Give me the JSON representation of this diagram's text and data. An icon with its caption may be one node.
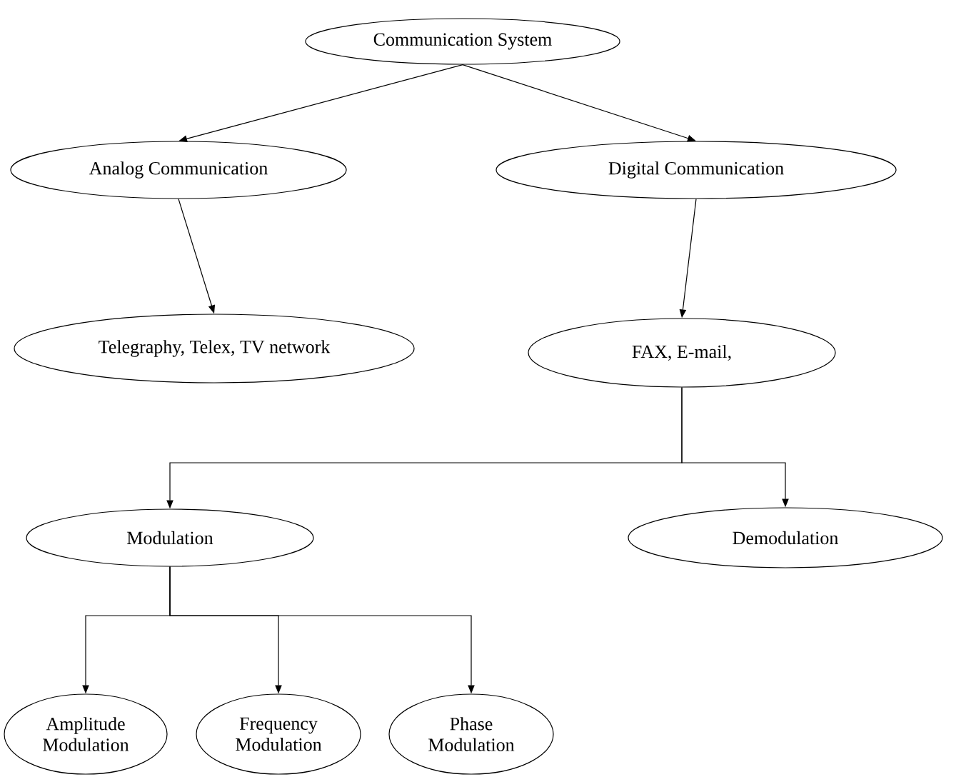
{
  "diagram": {
    "nodes": [
      {
        "text": [
          "Communication System"
        ]
      },
      {
        "text": [
          "Analog Communication"
        ]
      },
      {
        "text": [
          "Digital Communication"
        ]
      },
      {
        "text": [
          "Telegraphy, Telex, TV network"
        ]
      },
      {
        "text": [
          "FAX, E-mail,"
        ]
      },
      {
        "text": [
          "Modulation"
        ]
      },
      {
        "text": [
          "Demodulation"
        ]
      },
      {
        "text": [
          "Amplitude Modulation"
        ]
      },
      {
        "text": [
          "Frequency Modulation"
        ]
      },
      {
        "text": [
          "Phase Modulation"
        ]
      }
    ],
    "edges": [
      {
        "from": 0,
        "to": 1,
        "arrow": "to"
      },
      {
        "from": 0,
        "to": 2,
        "arrow": "to"
      },
      {
        "from": 1,
        "to": 3,
        "arrow": "to"
      },
      {
        "from": 2,
        "to": 4,
        "arrow": "to"
      },
      {
        "from": 4,
        "to": 5,
        "arrow": "to"
      },
      {
        "from": 4,
        "to": 6,
        "arrow": "to"
      },
      {
        "from": 5,
        "to": 7,
        "arrow": "to"
      },
      {
        "from": 5,
        "to": 8,
        "arrow": "to"
      },
      {
        "from": 5,
        "to": 9,
        "arrow": "to"
      }
    ]
  }
}
